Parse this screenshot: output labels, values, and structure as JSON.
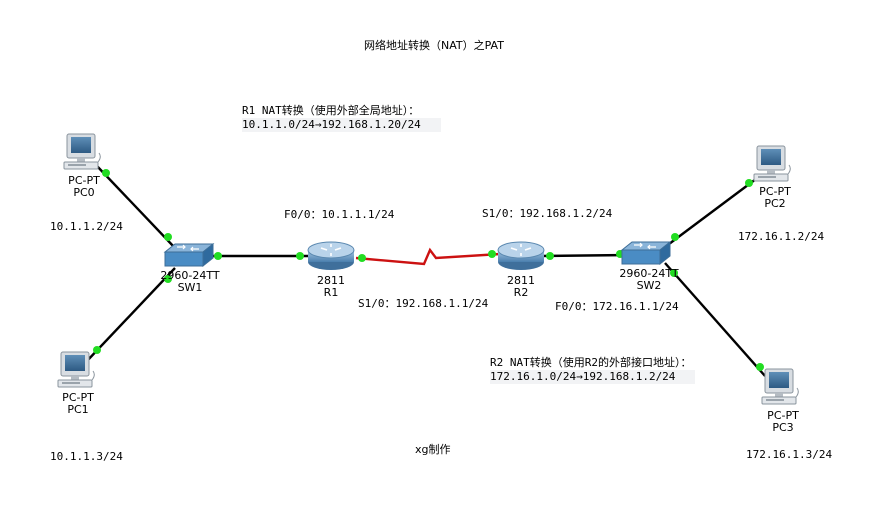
{
  "title": "网络地址转换（NAT）之PAT",
  "footer": "xg制作",
  "colors": {
    "wire": "#000000",
    "serial": "#cc1111",
    "port": "#22dd22",
    "device_blue": "#4a8cc4"
  },
  "devices": {
    "pc0": {
      "line1": "PC-PT",
      "line2": "PC0",
      "icon": "pc-icon"
    },
    "pc1": {
      "line1": "PC-PT",
      "line2": "PC1",
      "icon": "pc-icon"
    },
    "pc2": {
      "line1": "PC-PT",
      "line2": "PC2",
      "icon": "pc-icon"
    },
    "pc3": {
      "line1": "PC-PT",
      "line2": "PC3",
      "icon": "pc-icon"
    },
    "sw1": {
      "line1": "2960-24TT",
      "line2": "SW1",
      "icon": "switch-icon"
    },
    "sw2": {
      "line1": "2960-24TT",
      "line2": "SW2",
      "icon": "switch-icon"
    },
    "r1": {
      "line1": "2811",
      "line2": "R1",
      "icon": "router-icon"
    },
    "r2": {
      "line1": "2811",
      "line2": "R2",
      "icon": "router-icon"
    }
  },
  "addresses": {
    "pc0": "10.1.1.2/24",
    "pc1": "10.1.1.3/24",
    "pc2": "172.16.1.2/24",
    "pc3": "172.16.1.3/24",
    "r1_f00": "F0/0：10.1.1.1/24",
    "r1_s10": "S1/0：192.168.1.1/24",
    "r2_s10": "S1/0：192.168.1.2/24",
    "r2_f00": "F0/0：172.16.1.1/24"
  },
  "notes": {
    "r1": {
      "line1": "R1 NAT转换（使用外部全局地址）：",
      "line2": "10.1.1.0/24→192.168.1.20/24"
    },
    "r2": {
      "line1": "R2 NAT转换（使用R2的外部接口地址）：",
      "line2": "172.16.1.0/24→192.168.1.2/24"
    }
  }
}
